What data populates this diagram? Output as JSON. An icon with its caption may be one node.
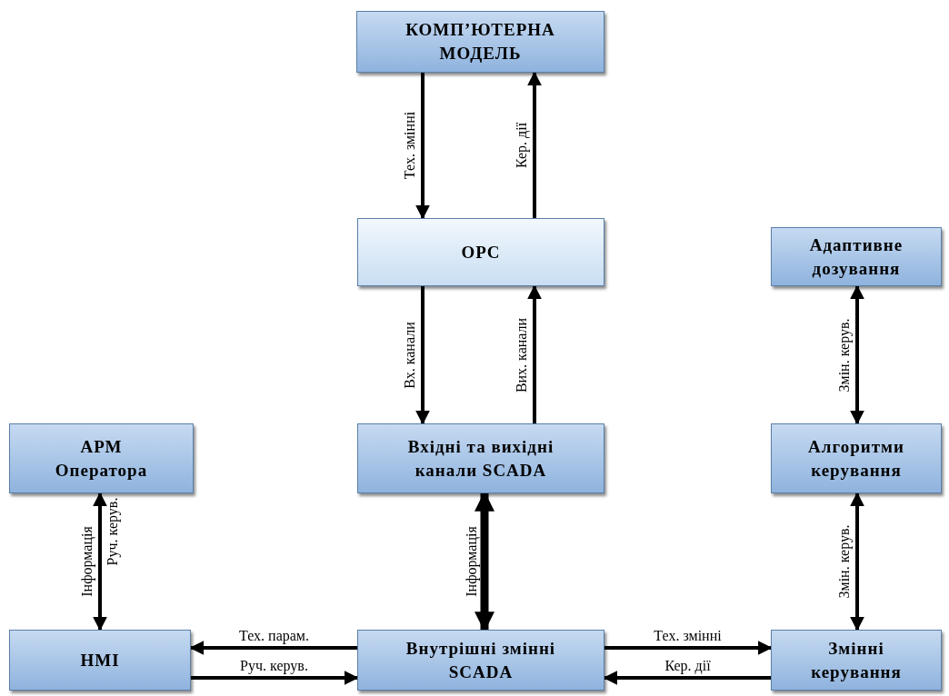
{
  "diagram": {
    "nodes": [
      {
        "text": [
          "КОМП’ЮТЕРНА МОДЕЛЬ"
        ]
      },
      {
        "text": [
          "OPC"
        ]
      },
      {
        "text": [
          "Адаптивне дозування"
        ]
      },
      {
        "text": [
          "АРМ Оператора"
        ]
      },
      {
        "text": [
          "Вхідні та вихідні канали SCADA"
        ]
      },
      {
        "text": [
          "Алгоритми керування"
        ]
      },
      {
        "text": [
          "HMI"
        ]
      },
      {
        "text": [
          "Внутрішні змінні SCADA"
        ]
      },
      {
        "text": [
          "Змінні керування"
        ]
      }
    ],
    "edges": [
      {
        "from": 0,
        "to": 1,
        "arrow": "to",
        "label": "Тех. змінні"
      },
      {
        "from": 1,
        "to": 0,
        "arrow": "to",
        "label": "Кер. дії"
      },
      {
        "from": 1,
        "to": 4,
        "arrow": "to",
        "label": "Вх. канали"
      },
      {
        "from": 4,
        "to": 1,
        "arrow": "to",
        "label": "Вих. канали"
      },
      {
        "from": 2,
        "to": 5,
        "arrow": "both",
        "label": "Змін. керув."
      },
      {
        "from": 3,
        "to": 6,
        "arrow": "both",
        "label": "Інформація"
      },
      {
        "from": 4,
        "to": 7,
        "arrow": "both",
        "label": "Інформація",
        "style": "thick"
      },
      {
        "from": 7,
        "to": 6,
        "arrow": "to",
        "label": "Тех. парам."
      },
      {
        "from": 6,
        "to": 7,
        "arrow": "to",
        "label": "Руч. керув."
      },
      {
        "from": 7,
        "to": 8,
        "arrow": "to",
        "label": "Тех. змінні"
      },
      {
        "from": 8,
        "to": 7,
        "arrow": "to",
        "label": "Кер. дії"
      },
      {
        "from": 5,
        "to": 8,
        "arrow": "both",
        "label": "Змін. керув."
      }
    ],
    "labels": [
      "Руч. керув."
    ]
  }
}
